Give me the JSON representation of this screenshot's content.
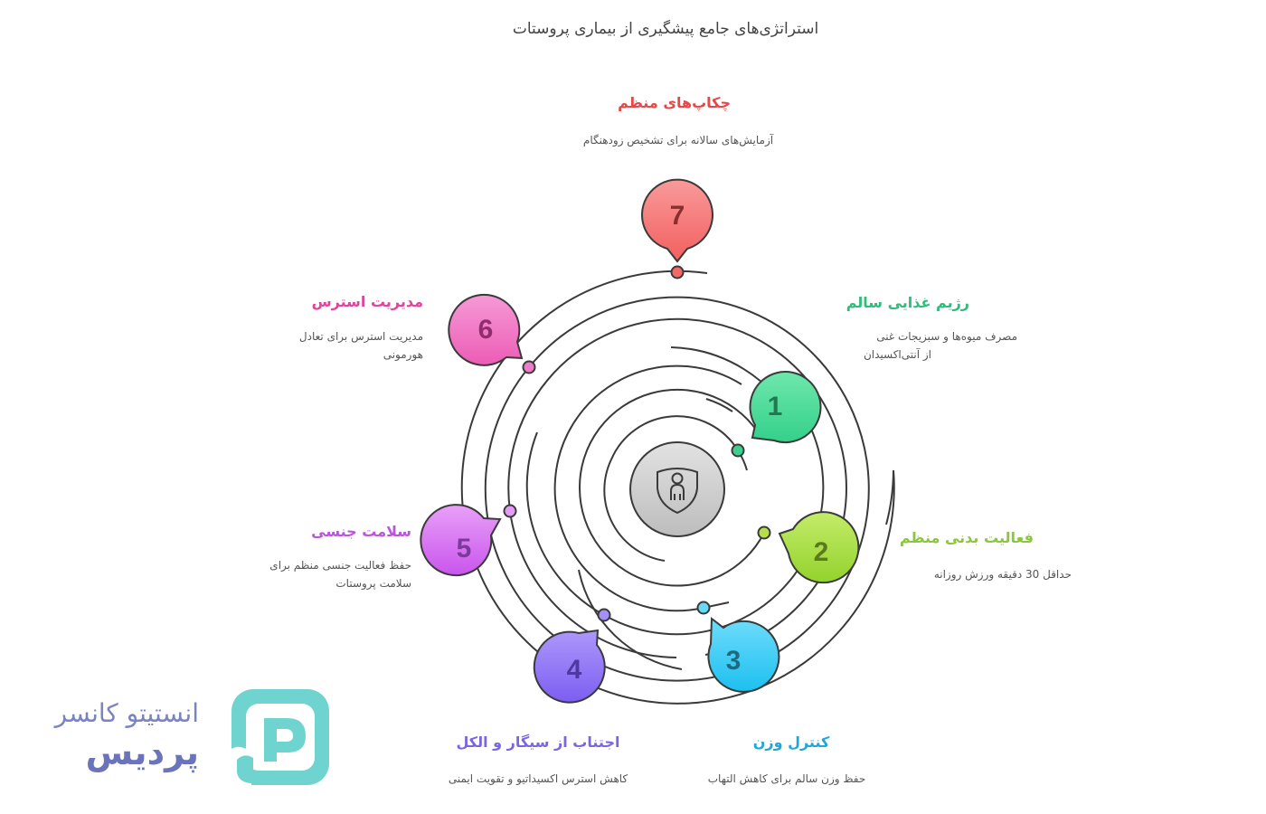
{
  "title": "استراتژی‌های جامع پیشگیری از بیماری پروستات",
  "center_icon": "shield-person-icon",
  "items": [
    {
      "number": "1",
      "title": "رژیم غذایی سالم",
      "desc_line1": "مصرف میوه‌ها و سبزیجات غنی",
      "desc_line2": "از آنتی‌اکسیدان",
      "color": "#3ecf8e",
      "text_color": "#2ebd7a"
    },
    {
      "number": "2",
      "title": "فعالیت بدنی منظم",
      "desc_line1": "حداقل 30 دقیقه ورزش روزانه",
      "desc_line2": "",
      "color": "#a3d930",
      "text_color": "#8cc63f"
    },
    {
      "number": "3",
      "title": "کنترل وزن",
      "desc_line1": "حفظ وزن سالم برای کاهش التهاب",
      "desc_line2": "",
      "color": "#29c4f0",
      "text_color": "#1ea7d8"
    },
    {
      "number": "4",
      "title": "اجتناب از سیگار و الکل",
      "desc_line1": "کاهش استرس اکسیداتیو و تقویت ایمنی",
      "desc_line2": "",
      "color": "#8b6ef5",
      "text_color": "#7a66e0"
    },
    {
      "number": "5",
      "title": "سلامت جنسی",
      "desc_line1": "حفظ فعالیت جنسی منظم برای",
      "desc_line2": "سلامت پروستات",
      "color": "#cf63ee",
      "text_color": "#bb55e0"
    },
    {
      "number": "6",
      "title": "مدیریت استرس",
      "desc_line1": "مدیریت استرس برای تعادل",
      "desc_line2": "هورمونی",
      "color": "#ef6abf",
      "text_color": "#e0449e"
    },
    {
      "number": "7",
      "title": "چکاپ‌های منظم",
      "desc_line1": "آزمایش‌های سالانه برای تشخیص زودهنگام",
      "desc_line2": "",
      "color": "#f4676a",
      "text_color": "#e64848"
    }
  ],
  "logo": {
    "line1": "انستیتو کانسر",
    "line2": "پردیس",
    "mark_letter": "P",
    "mark_color": "#6fd4cf",
    "text_color": "#6b74bb"
  }
}
